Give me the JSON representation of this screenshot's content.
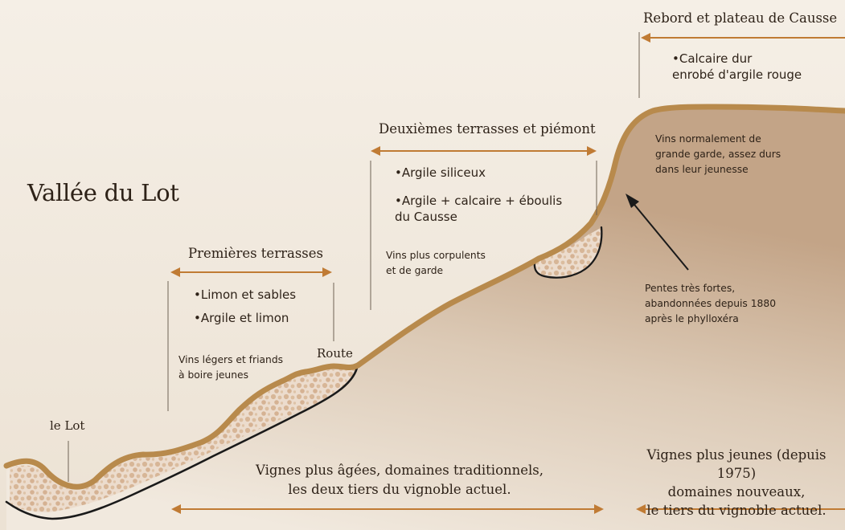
{
  "title": "Vallée du Lot",
  "lot_label": "le Lot",
  "route_label": "Route",
  "premieres": {
    "heading": "Premières terrasses",
    "soils": [
      "•Limon et sables",
      "•Argile et limon"
    ],
    "wines": "Vins légers et friands\nà boire jeunes"
  },
  "deuxiemes": {
    "heading": "Deuxièmes terrasses et piémont",
    "soils": [
      "•Argile siliceux",
      "•Argile + calcaire + éboulis\ndu Causse"
    ],
    "wines": "Vins plus corpulents\net de garde"
  },
  "causse": {
    "heading": "Rebord et plateau de Causse",
    "soil": "•Calcaire dur\nenrobé d'argile rouge",
    "wines": "Vins normalement de\ngrande garde, assez durs\ndans leur jeunesse"
  },
  "slopes_note": "Pentes très fortes,\nabandonnées depuis 1880\naprès le phylloxéra",
  "old_vines": "Vignes plus âgées, domaines traditionnels,\nles deux tiers du vignoble actuel.",
  "young_vines": "Vignes plus jeunes (depuis 1975)\ndomaines nouveaux,\nle tiers du vignoble actuel.",
  "colors": {
    "background": "#efe7db",
    "ground": "#c6a98d",
    "terrain_line": "#b88a4c",
    "arrow": "#c07b34",
    "text": "#2e2218",
    "gravel": "#d9b99c"
  }
}
